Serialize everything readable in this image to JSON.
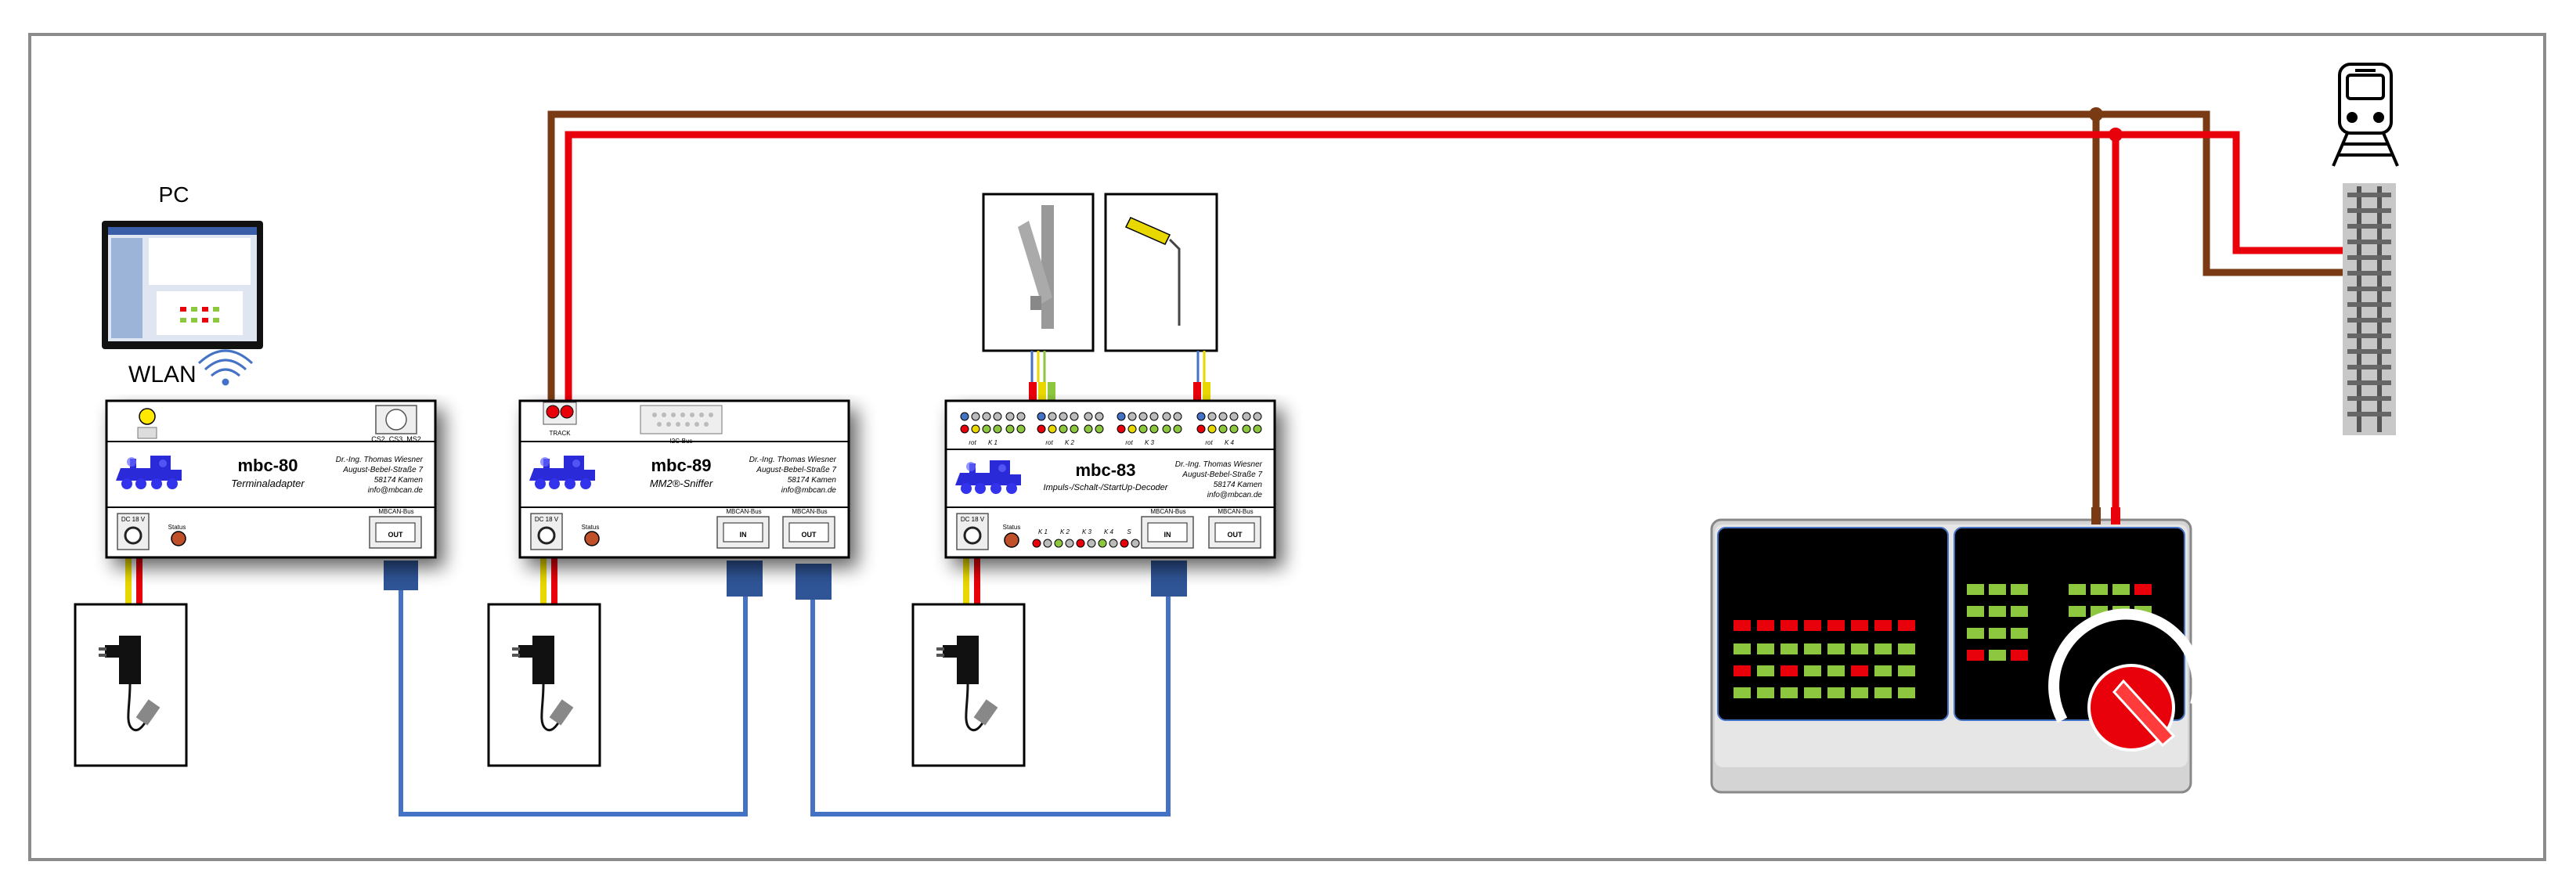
{
  "labels": {
    "pc": "PC",
    "wlan": "WLAN"
  },
  "devices": {
    "mbc80": {
      "model": "mbc-80",
      "subtitle": "Terminaladapter",
      "address": [
        "Dr.-Ing. Thomas Wiesner",
        "August-Bebel-Straße 7",
        "58174 Kamen",
        "info@mbcan.de"
      ],
      "port_top": "CS2, CS3, MS2",
      "dc_label": "DC 18 V",
      "status_label": "Status",
      "bus_label": "MBCAN-Bus",
      "out_label": "OUT"
    },
    "mbc89": {
      "model": "mbc-89",
      "subtitle": "MM2®-Sniffer",
      "address": [
        "Dr.-Ing. Thomas Wiesner",
        "August-Bebel-Straße 7",
        "58174 Kamen",
        "info@mbcan.de"
      ],
      "track_label": "TRACK",
      "i2c_label": "I2C-Bus",
      "dc_label": "DC 18 V",
      "status_label": "Status",
      "bus_label_1": "MBCAN-Bus",
      "bus_label_2": "MBCAN-Bus",
      "in_label": "IN",
      "out_label": "OUT"
    },
    "mbc83": {
      "model": "mbc-83",
      "subtitle": "Impuls-/Schalt-/StartUp-Decoder",
      "address": [
        "Dr.-Ing. Thomas Wiesner",
        "August-Bebel-Straße 7",
        "58174 Kamen",
        "info@mbcan.de"
      ],
      "dc_label": "DC 18 V",
      "status_label": "Status",
      "bus_label_1": "MBCAN-Bus",
      "bus_label_2": "MBCAN-Bus",
      "in_label": "IN",
      "out_label": "OUT",
      "out_groups": [
        "rot",
        "K 1",
        "rot",
        "K 2",
        "rot",
        "K 3",
        "rot",
        "K 4"
      ],
      "bottom_keys": [
        "K 1",
        "K 2",
        "K 3",
        "K 4",
        "S"
      ]
    }
  },
  "colors": {
    "track_brown": "#7a3b14",
    "track_red": "#e8000b",
    "bus_blue": "#4472c4",
    "led_red": "#e8000b",
    "led_green": "#8dc63f",
    "loco_blue": "#2a2ad8"
  },
  "icons": [
    "pc-screen-icon",
    "wifi-icon",
    "power-supply-icon",
    "turnout-icon",
    "signal-icon",
    "train-icon",
    "track-icon",
    "control-station-icon",
    "locomotive-logo-icon"
  ]
}
